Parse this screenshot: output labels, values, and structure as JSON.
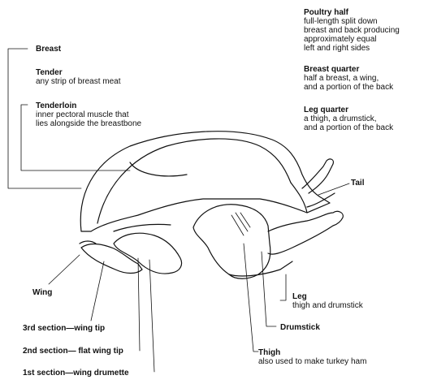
{
  "labels": {
    "breast": {
      "title": "Breast"
    },
    "tender": {
      "title": "Tender",
      "desc": "any strip of breast meat"
    },
    "tenderloin": {
      "title": "Tenderloin",
      "desc1": "inner pectoral muscle that",
      "desc2": "lies alongside the breastbone"
    },
    "poultry_half": {
      "title": "Poultry half",
      "desc1": "full-length split down",
      "desc2": "breast and back producing",
      "desc3": "approximately equal",
      "desc4": "left and right sides"
    },
    "breast_quarter": {
      "title": "Breast quarter",
      "desc1": "half a breast, a wing,",
      "desc2": "and a portion of the back"
    },
    "leg_quarter": {
      "title": "Leg quarter",
      "desc1": "a thigh, a drumstick,",
      "desc2": "and a portion of the back"
    },
    "tail": {
      "title": "Tail"
    },
    "wing": {
      "title": "Wing"
    },
    "leg": {
      "title": "Leg",
      "desc": "thigh and drumstick"
    },
    "third_section": {
      "title": "3rd section—wing tip"
    },
    "drumstick": {
      "title": "Drumstick"
    },
    "second_section": {
      "title": "2nd section— flat wing tip"
    },
    "thigh": {
      "title": "Thigh",
      "desc": "also used to make turkey ham"
    },
    "first_section": {
      "title": "1st section—wing drumette"
    }
  }
}
